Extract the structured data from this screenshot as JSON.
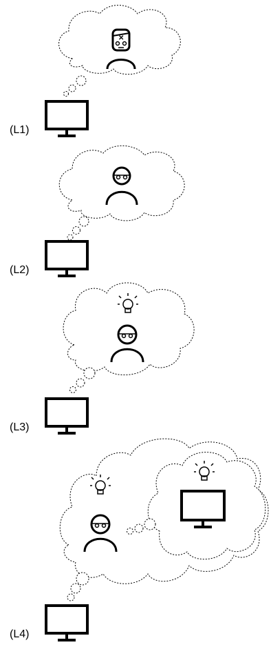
{
  "levels": [
    {
      "label": "(L1)",
      "person": "confused-person",
      "idea": false,
      "nested_monitor": false
    },
    {
      "label": "(L2)",
      "person": "person-with-glasses",
      "idea": false,
      "nested_monitor": false
    },
    {
      "label": "(L3)",
      "person": "person-with-glasses",
      "idea": true,
      "nested_monitor": false
    },
    {
      "label": "(L4)",
      "person": "person-with-glasses",
      "idea": true,
      "nested_monitor": true
    }
  ],
  "colors": {
    "stroke": "#000000",
    "background": "#ffffff"
  },
  "icons": [
    "monitor-icon",
    "thought-cloud",
    "person-icon",
    "lightbulb-icon",
    "confused-face-icon"
  ]
}
